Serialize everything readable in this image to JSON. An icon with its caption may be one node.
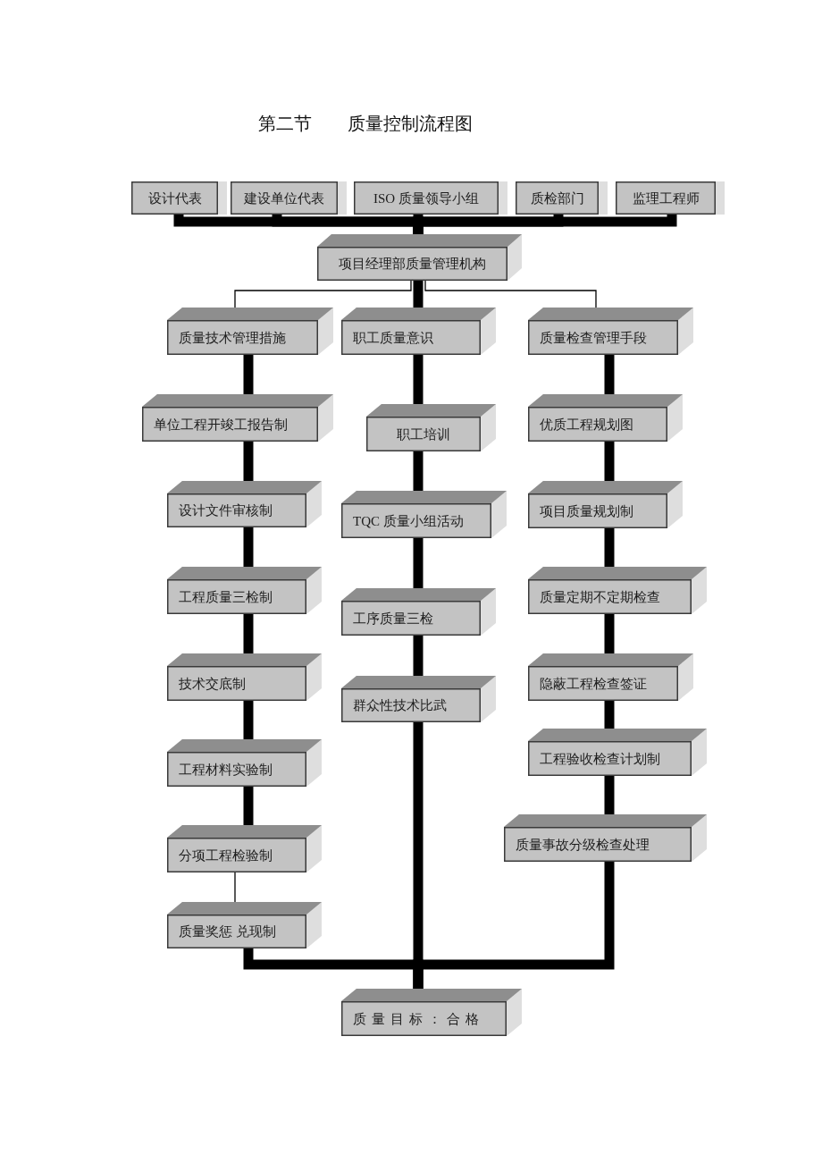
{
  "diagram": {
    "title": "第二节 质量控制流程图",
    "nodes": [
      {
        "text": [
          "设计代表"
        ]
      },
      {
        "text": [
          "建设单位代表"
        ]
      },
      {
        "text": [
          "ISO 质量领导小组"
        ]
      },
      {
        "text": [
          "质检部门"
        ]
      },
      {
        "text": [
          "监理工程师"
        ]
      },
      {
        "text": [
          "项目经理部质量管理机构"
        ]
      },
      {
        "text": [
          "质量技术管理措施"
        ]
      },
      {
        "text": [
          "职工质量意识"
        ]
      },
      {
        "text": [
          "质量检查管理手段"
        ]
      },
      {
        "text": [
          "单位工程开竣工报告制"
        ]
      },
      {
        "text": [
          "职工培训"
        ]
      },
      {
        "text": [
          "优质工程规划图"
        ]
      },
      {
        "text": [
          "设计文件审核制"
        ]
      },
      {
        "text": [
          "TQC 质量小组活动"
        ]
      },
      {
        "text": [
          "项目质量规划制"
        ]
      },
      {
        "text": [
          "工程质量三检制"
        ]
      },
      {
        "text": [
          "工序质量三检"
        ]
      },
      {
        "text": [
          "质量定期不定期检查"
        ]
      },
      {
        "text": [
          "技术交底制"
        ]
      },
      {
        "text": [
          "群众性技术比武"
        ]
      },
      {
        "text": [
          "隐蔽工程检查签证"
        ]
      },
      {
        "text": [
          "工程材料实验制"
        ]
      },
      {
        "text": [
          "工程验收检查计划制"
        ]
      },
      {
        "text": [
          "分项工程检验制"
        ]
      },
      {
        "text": [
          "质量事故分级检查处理"
        ]
      },
      {
        "text": [
          "质量奖惩 兑现制"
        ]
      },
      {
        "text": [
          "质量目标：合格"
        ]
      }
    ],
    "edges": [
      {
        "from": 0,
        "to": 5,
        "arrow": "none"
      },
      {
        "from": 1,
        "to": 5,
        "arrow": "none"
      },
      {
        "from": 2,
        "to": 5,
        "arrow": "none"
      },
      {
        "from": 3,
        "to": 5,
        "arrow": "none"
      },
      {
        "from": 4,
        "to": 5,
        "arrow": "none"
      },
      {
        "from": 5,
        "to": 6,
        "arrow": "none"
      },
      {
        "from": 5,
        "to": 7,
        "arrow": "none"
      },
      {
        "from": 5,
        "to": 8,
        "arrow": "none"
      },
      {
        "from": 6,
        "to": 9,
        "arrow": "none"
      },
      {
        "from": 9,
        "to": 12,
        "arrow": "none"
      },
      {
        "from": 12,
        "to": 15,
        "arrow": "none"
      },
      {
        "from": 15,
        "to": 18,
        "arrow": "none"
      },
      {
        "from": 18,
        "to": 21,
        "arrow": "none"
      },
      {
        "from": 21,
        "to": 23,
        "arrow": "none"
      },
      {
        "from": 23,
        "to": 25,
        "arrow": "none"
      },
      {
        "from": 7,
        "to": 10,
        "arrow": "none"
      },
      {
        "from": 10,
        "to": 13,
        "arrow": "none"
      },
      {
        "from": 13,
        "to": 16,
        "arrow": "none"
      },
      {
        "from": 16,
        "to": 19,
        "arrow": "none"
      },
      {
        "from": 8,
        "to": 11,
        "arrow": "none"
      },
      {
        "from": 11,
        "to": 14,
        "arrow": "none"
      },
      {
        "from": 14,
        "to": 17,
        "arrow": "none"
      },
      {
        "from": 17,
        "to": 20,
        "arrow": "none"
      },
      {
        "from": 20,
        "to": 22,
        "arrow": "none"
      },
      {
        "from": 22,
        "to": 24,
        "arrow": "none"
      },
      {
        "from": 25,
        "to": 26,
        "arrow": "none"
      },
      {
        "from": 19,
        "to": 26,
        "arrow": "none"
      },
      {
        "from": 24,
        "to": 26,
        "arrow": "none"
      }
    ]
  }
}
